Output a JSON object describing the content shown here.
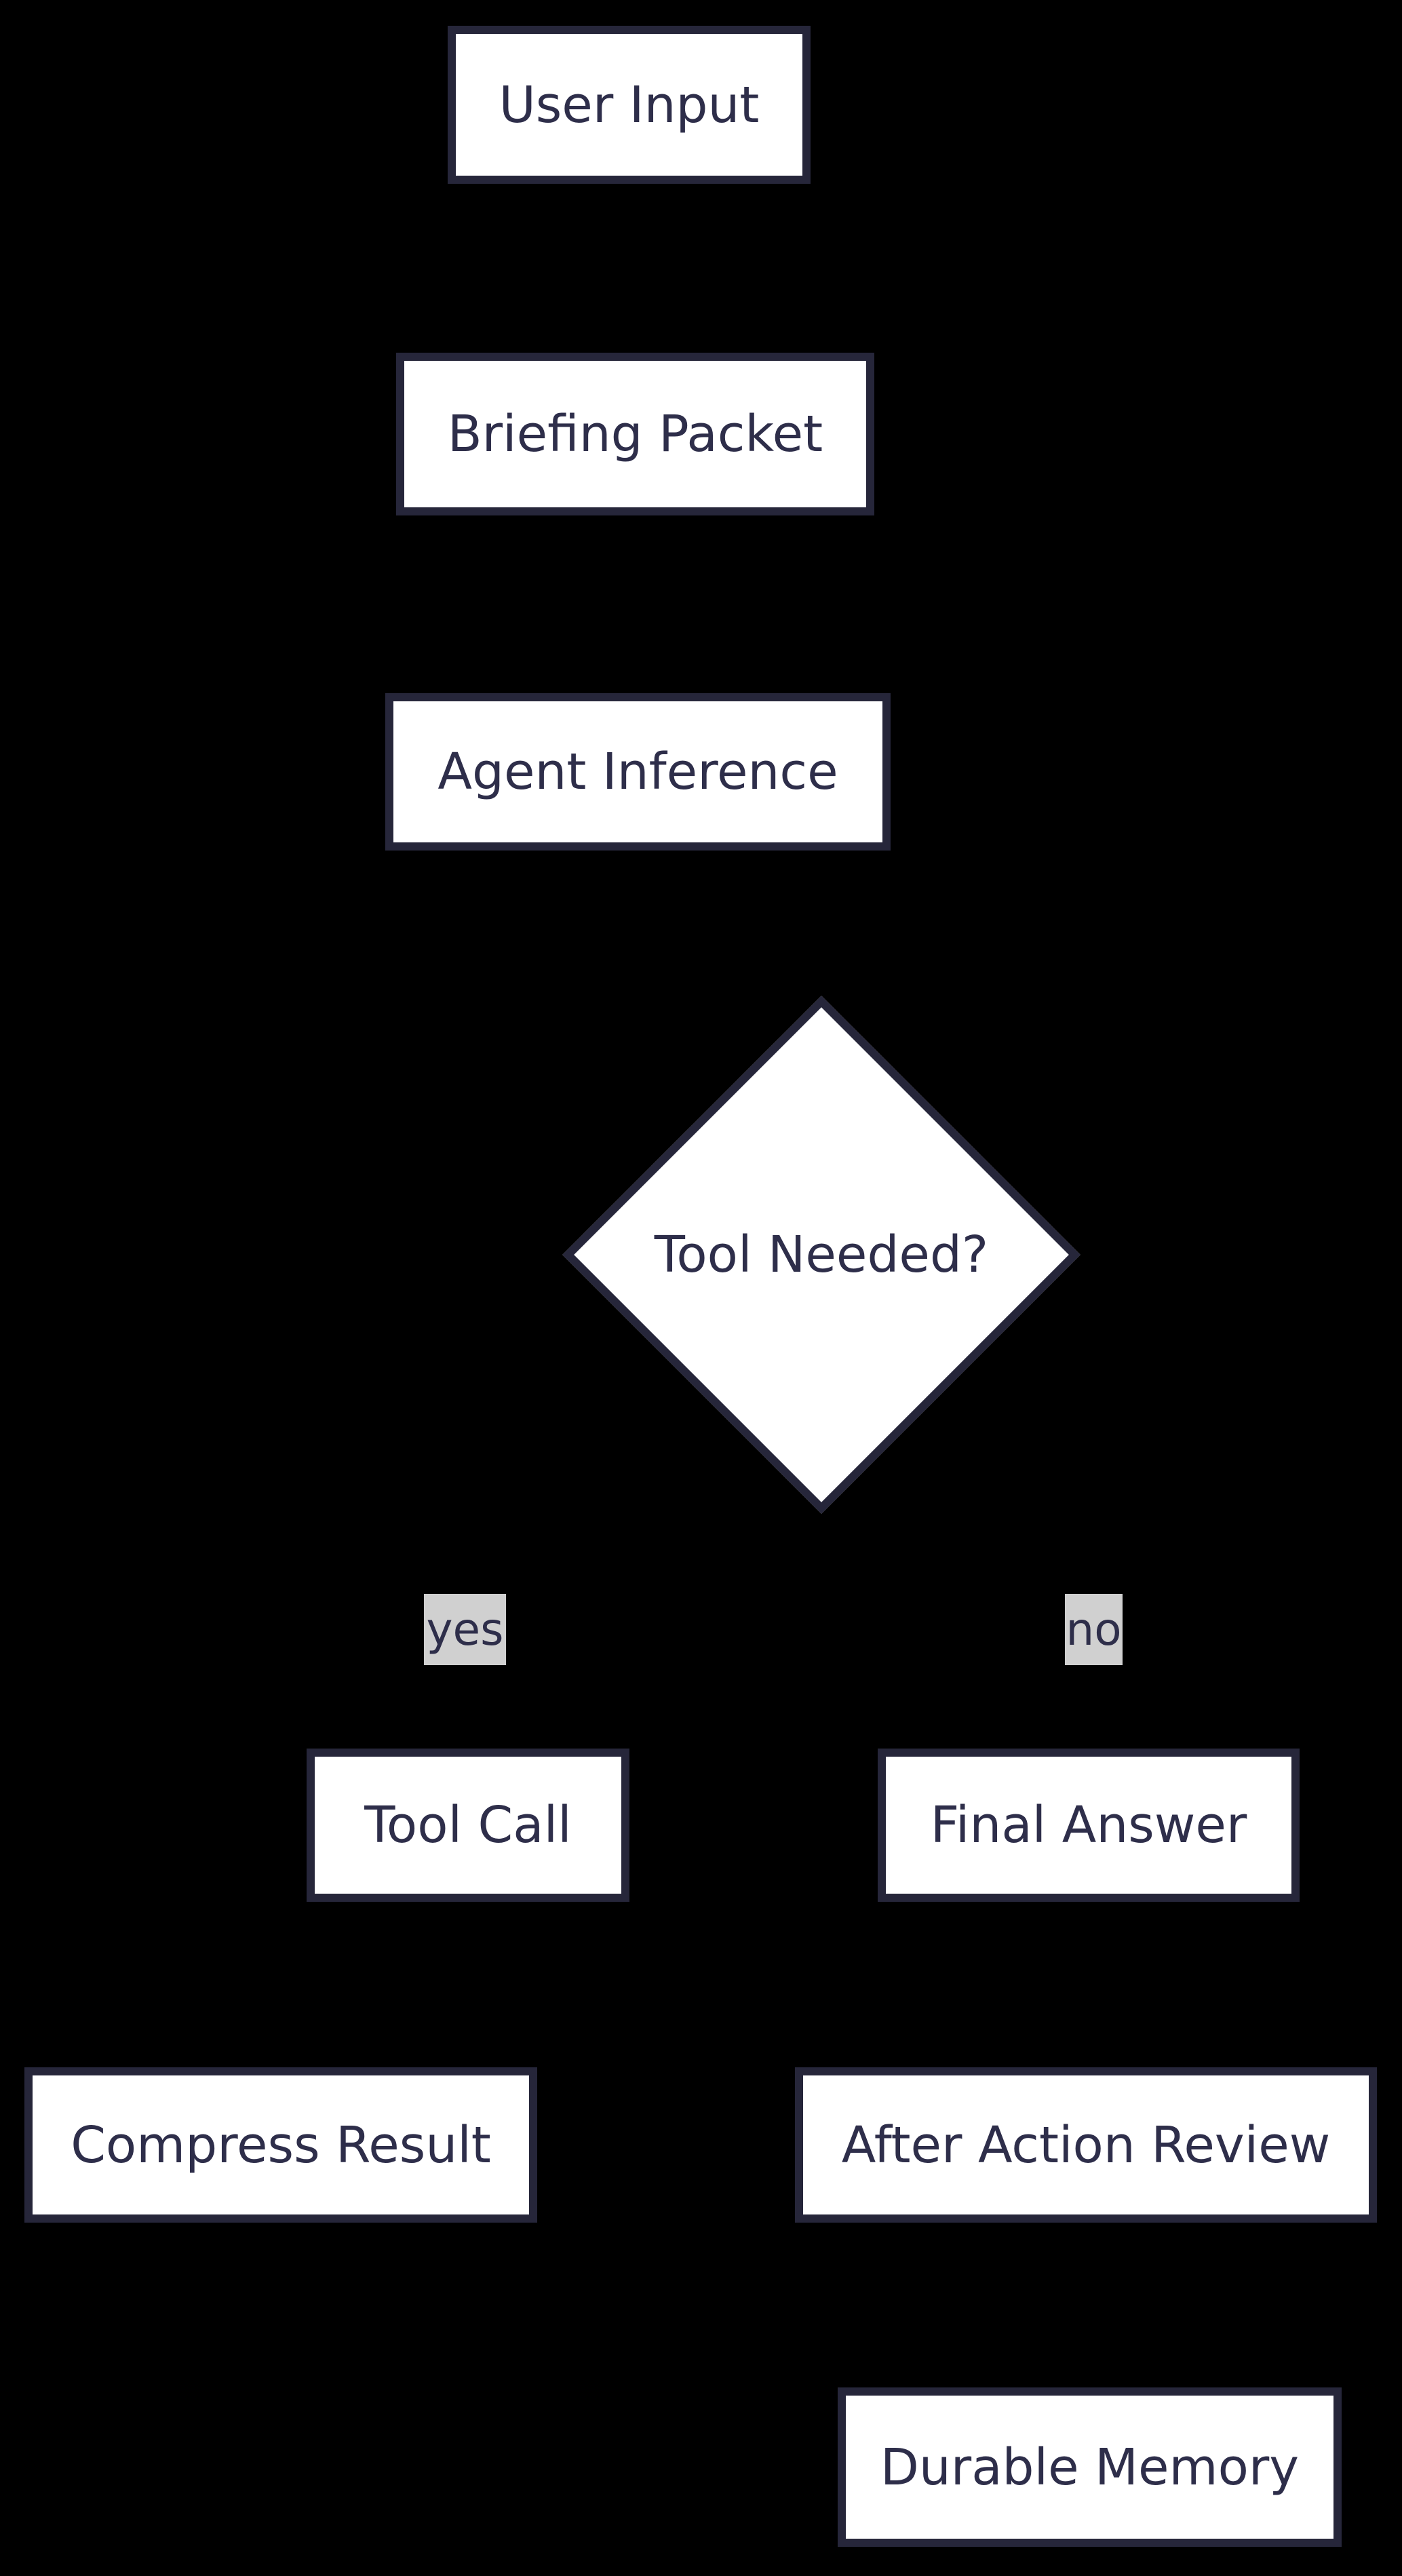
{
  "diagram": {
    "type": "flowchart",
    "direction": "top-down",
    "colors": {
      "background": "#000000",
      "node_fill": "#ffffff",
      "node_border": "#26263a",
      "text": "#2e2e4a",
      "edge_label_bg": "#d0d0d0"
    },
    "nodes": [
      {
        "id": "user_input",
        "label": "User Input",
        "shape": "rect"
      },
      {
        "id": "briefing_packet",
        "label": "Briefing Packet",
        "shape": "rect"
      },
      {
        "id": "agent_inference",
        "label": "Agent Inference",
        "shape": "rect"
      },
      {
        "id": "tool_needed",
        "label": "Tool Needed?",
        "shape": "diamond"
      },
      {
        "id": "tool_call",
        "label": "Tool Call",
        "shape": "rect"
      },
      {
        "id": "final_answer",
        "label": "Final Answer",
        "shape": "rect"
      },
      {
        "id": "compress_result",
        "label": "Compress Result",
        "shape": "rect"
      },
      {
        "id": "after_action_review",
        "label": "After Action Review",
        "shape": "rect"
      },
      {
        "id": "durable_memory",
        "label": "Durable Memory",
        "shape": "rect"
      }
    ],
    "edges": [
      {
        "from": "user_input",
        "to": "briefing_packet",
        "label": "",
        "line_visible": false
      },
      {
        "from": "briefing_packet",
        "to": "agent_inference",
        "label": "",
        "line_visible": false
      },
      {
        "from": "agent_inference",
        "to": "tool_needed",
        "label": "",
        "line_visible": false
      },
      {
        "from": "tool_needed",
        "to": "tool_call",
        "label": "yes",
        "line_visible": false
      },
      {
        "from": "tool_needed",
        "to": "final_answer",
        "label": "no",
        "line_visible": false
      },
      {
        "from": "tool_call",
        "to": "compress_result",
        "label": "",
        "line_visible": false
      },
      {
        "from": "final_answer",
        "to": "after_action_review",
        "label": "",
        "line_visible": false
      },
      {
        "from": "after_action_review",
        "to": "durable_memory",
        "label": "",
        "line_visible": false
      }
    ],
    "notes": "Connector lines/arrowheads are not visible (drawn dark on black background); only nodes and the yes/no edge-label chips are rendered."
  }
}
